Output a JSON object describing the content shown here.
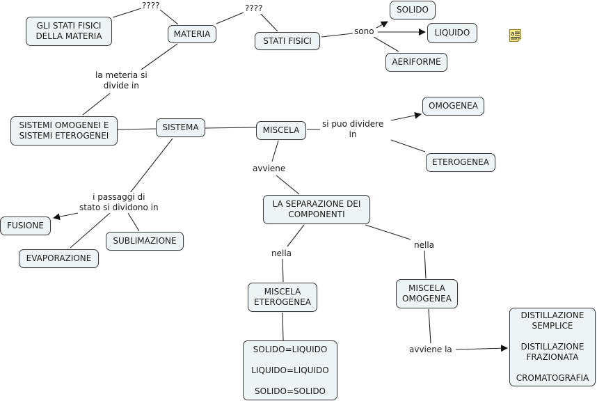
{
  "concepts": {
    "stati_fisici_materia": [
      "GLI STATI FISICI",
      "DELLA MATERIA"
    ],
    "materia": [
      "MATERIA"
    ],
    "stati_fisici": [
      "STATI FISICI"
    ],
    "solido": [
      "SOLIDO"
    ],
    "liquido": [
      "LIQUIDO"
    ],
    "aeriforme": [
      "AERIFORME"
    ],
    "sistemi_omo_etero": [
      "SISTEMI OMOGENEI E",
      "SISTEMI ETEROGENEI"
    ],
    "sistema": [
      "SISTEMA"
    ],
    "miscela": [
      "MISCELA"
    ],
    "omogenea": [
      "OMOGENEA"
    ],
    "eterogenea": [
      "ETEROGENEA"
    ],
    "fusione": [
      "FUSIONE"
    ],
    "evaporazione": [
      "EVAPORAZIONE"
    ],
    "sublimazione": [
      "SUBLIMAZIONE"
    ],
    "separazione": [
      "LA SEPARAZIONE DEI",
      "COMPONENTI"
    ],
    "miscela_eterogenea": [
      "MISCELA",
      "ETEROGENEA"
    ],
    "miscela_omogenea": [
      "MISCELA",
      "OMOGENEA"
    ],
    "combinazioni": [
      "SOLIDO=LIQUIDO",
      "",
      "LIQUIDO=LIQUIDO",
      "",
      "SOLIDO=SOLIDO"
    ],
    "tecniche": [
      "DISTILLAZIONE",
      "SEMPLICE",
      "",
      "DISTILLAZIONE",
      "FRAZIONATA",
      "",
      "CROMATOGRAFIA"
    ]
  },
  "linking_phrases": {
    "q1": [
      "????"
    ],
    "q2": [
      "????"
    ],
    "sono": [
      "sono"
    ],
    "divide_in": [
      "la meteria si",
      "divide in"
    ],
    "si_puo_dividere": [
      "si puo dividere",
      "in"
    ],
    "avviene": [
      "avviene"
    ],
    "passaggi": [
      "i passaggi di",
      "stato si dividono in"
    ],
    "nella_1": [
      "nella"
    ],
    "nella_2": [
      "nella"
    ],
    "avviene_la": [
      "avviene la"
    ]
  },
  "colors": {
    "node_fill": "#eef3f5",
    "node_border": "#3a3a3a",
    "link": "#222222",
    "note_icon": "#f5e98a"
  },
  "icons": {
    "note": "annotation-note-icon"
  }
}
